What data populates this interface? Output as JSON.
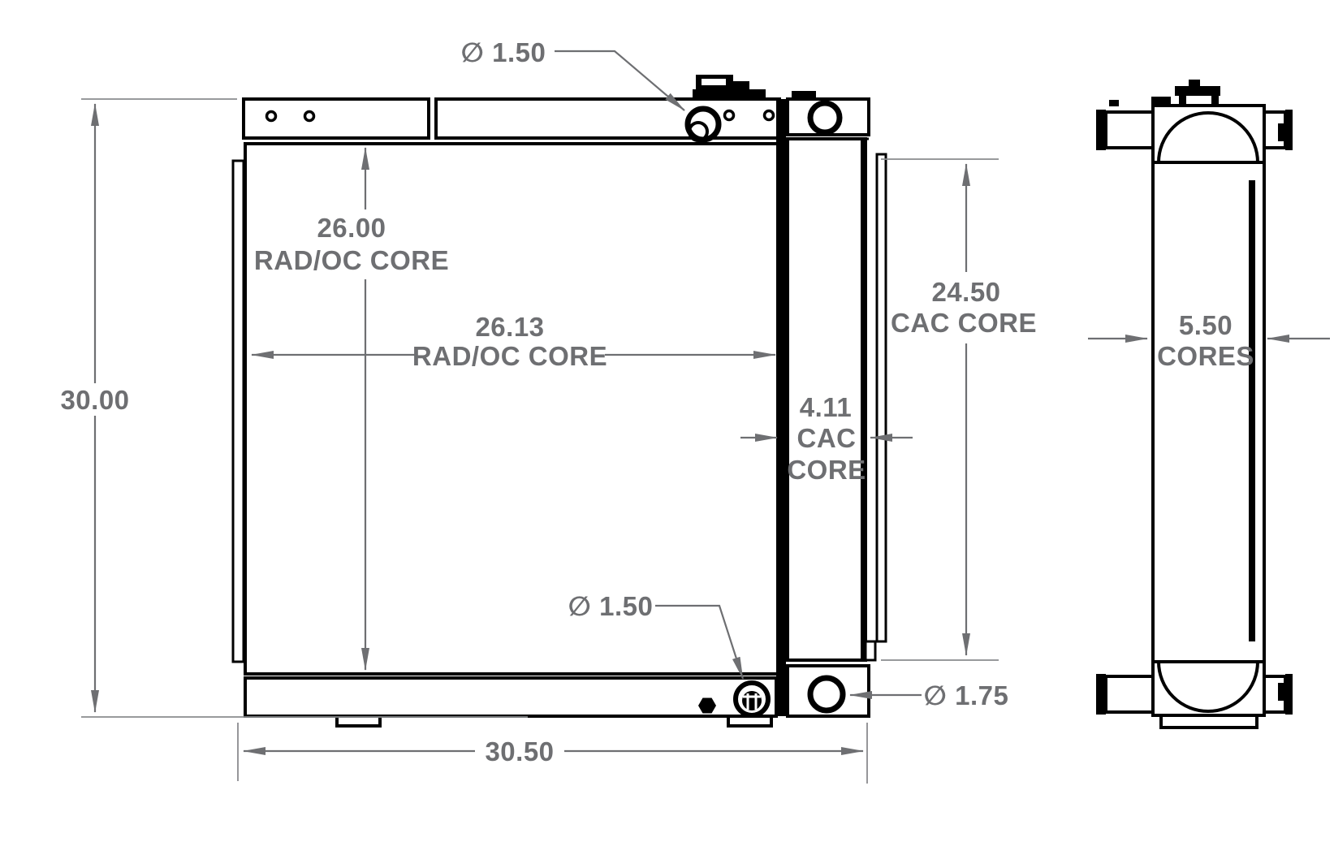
{
  "drawing": {
    "type": "engineering-dimension-drawing",
    "subject": "radiator and charge air cooler (CAC) core assembly, front and side views",
    "colors": {
      "line": "#000000",
      "dimension": "#6e6f72",
      "background": "#ffffff"
    },
    "dimensions": {
      "top_inlet_dia": {
        "value": "∅ 1.50"
      },
      "overall_height": {
        "value": "30.00"
      },
      "rad_core_height": {
        "value": "26.00",
        "label": "RAD/OC CORE"
      },
      "rad_core_width": {
        "value": "26.13",
        "label": "RAD/OC CORE"
      },
      "cac_core_width": {
        "value": "4.11",
        "label_line1": "CAC",
        "label_line2": "CORE"
      },
      "cac_core_height": {
        "value": "24.50",
        "label": "CAC CORE"
      },
      "bottom_drain_dia": {
        "value": "∅ 1.50"
      },
      "cac_outlet_dia": {
        "value": "∅ 1.75"
      },
      "overall_width": {
        "value": "30.50"
      },
      "core_depth": {
        "value": "5.50",
        "label": "CORES"
      }
    }
  }
}
